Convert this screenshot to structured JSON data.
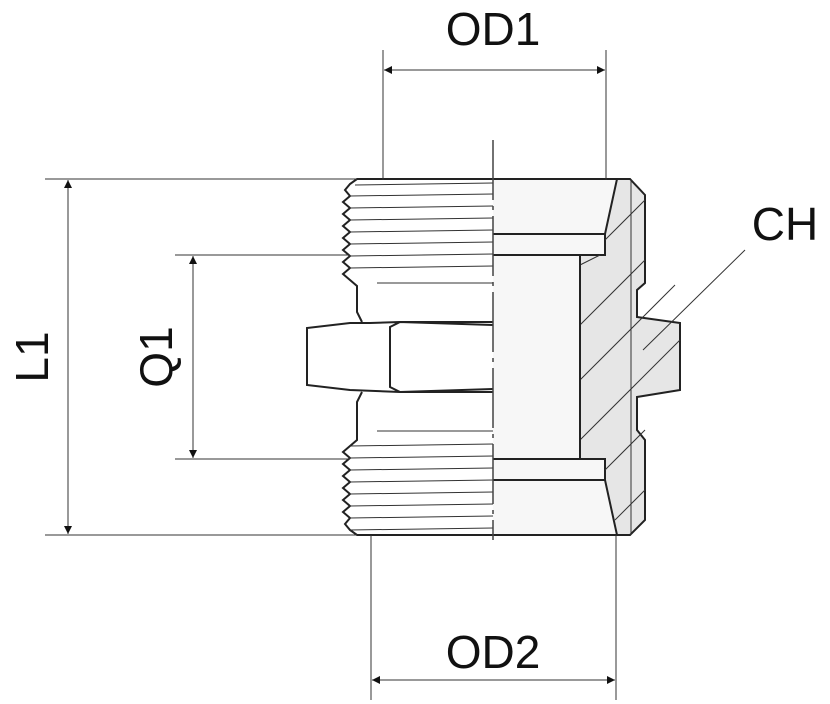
{
  "labels": {
    "od1": "OD1",
    "od2": "OD2",
    "l1": "L1",
    "q1": "Q1",
    "ch": "CH"
  },
  "colors": {
    "line": "#222222",
    "hatch_fill": "#e6e6e6",
    "section_fill": "#f7f7f7"
  }
}
